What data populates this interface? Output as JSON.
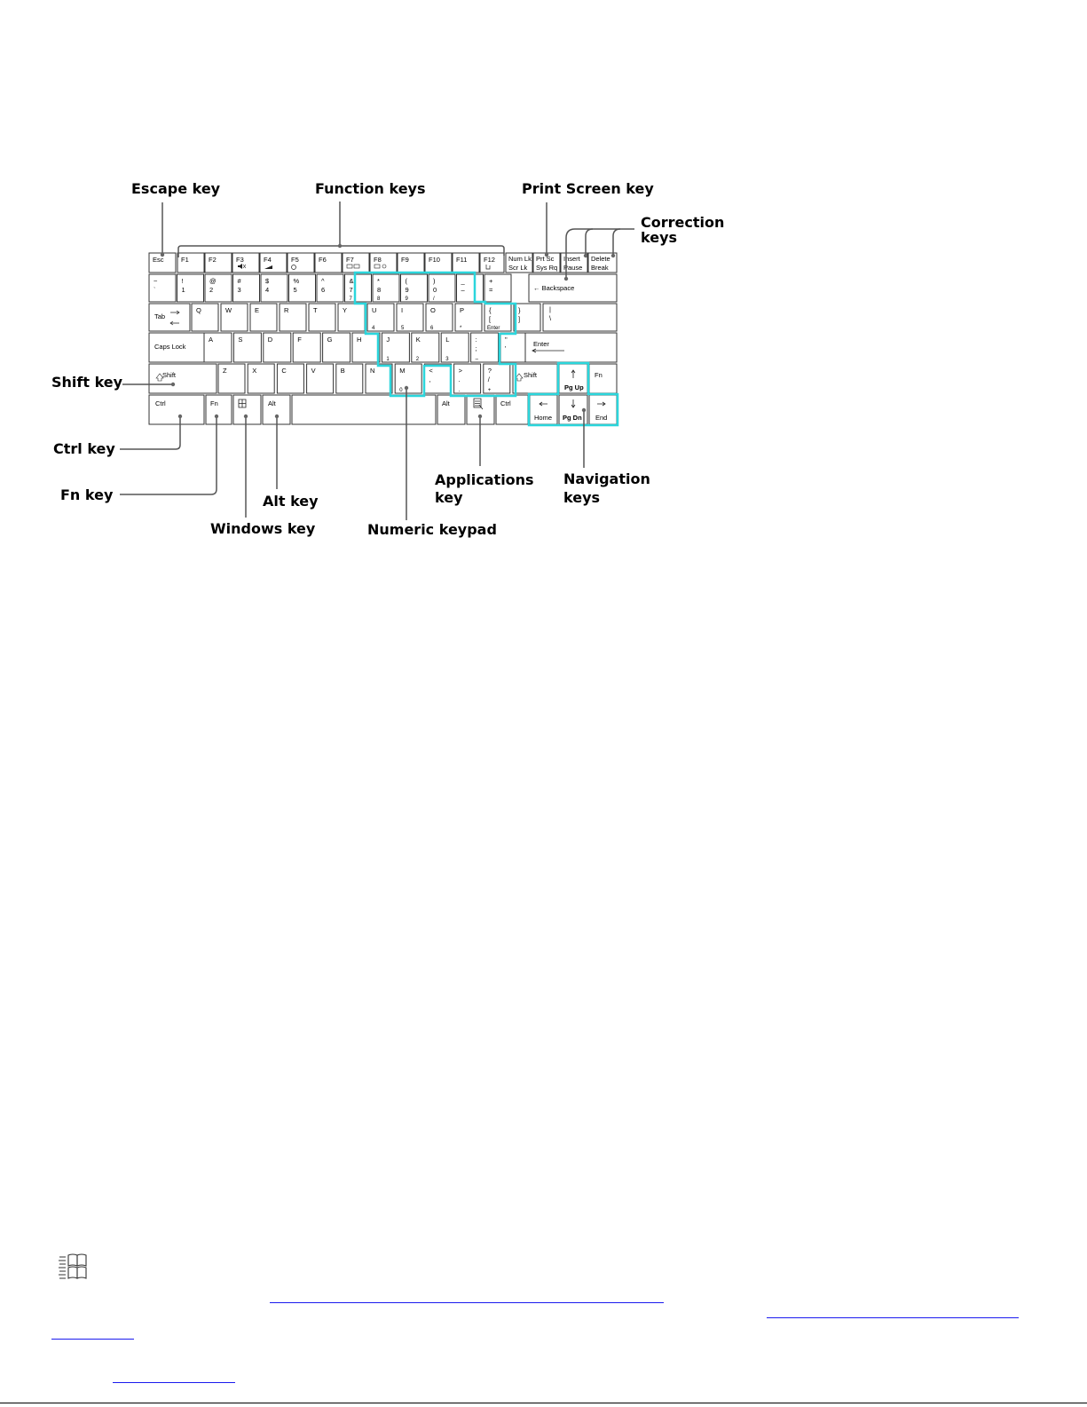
{
  "callouts": {
    "escape": "Escape key",
    "function": "Function keys",
    "print_screen": "Print Screen key",
    "correction_1": "Correction",
    "correction_2": "keys",
    "shift": "Shift key",
    "ctrl": "Ctrl key",
    "fn": "Fn key",
    "alt": "Alt key",
    "windows": "Windows key",
    "numeric": "Numeric keypad",
    "applications_1": "Applications",
    "applications_2": "key",
    "navigation_1": "Navigation",
    "navigation_2": "keys"
  },
  "keys": {
    "esc": "Esc",
    "f1": "F1",
    "f2": "F2",
    "f3": "F3",
    "f4": "F4",
    "f5": "F5",
    "f6": "F6",
    "f7": "F7",
    "f8": "F8",
    "f9": "F9",
    "f10": "F10",
    "f11": "F11",
    "f12": "F12",
    "numlk_1": "Num Lk",
    "numlk_2": "Scr Lk",
    "prtsc_1": "Prt Sc",
    "prtsc_2": "Sys Rq",
    "insert_1": "Insert",
    "insert_2": "Pause",
    "delete_1": "Delete",
    "delete_2": "Break",
    "r1": [
      {
        "top": "~",
        "bot": "`",
        "sub": ""
      },
      {
        "top": "!",
        "bot": "1",
        "sub": ""
      },
      {
        "top": "@",
        "bot": "2",
        "sub": ""
      },
      {
        "top": "#",
        "bot": "3",
        "sub": ""
      },
      {
        "top": "$",
        "bot": "4",
        "sub": ""
      },
      {
        "top": "%",
        "bot": "5",
        "sub": ""
      },
      {
        "top": "^",
        "bot": "6",
        "sub": ""
      },
      {
        "top": "&",
        "bot": "7",
        "sub": "7"
      },
      {
        "top": "*",
        "bot": "8",
        "sub": "8"
      },
      {
        "top": "(",
        "bot": "9",
        "sub": "9"
      },
      {
        "top": ")",
        "bot": "0",
        "sub": "/"
      },
      {
        "top": "_",
        "bot": "–",
        "sub": ""
      },
      {
        "top": "+",
        "bot": "=",
        "sub": ""
      }
    ],
    "backspace": "← Backspace",
    "tab": "Tab",
    "r2": [
      {
        "top": "Q",
        "bot": "",
        "sub": ""
      },
      {
        "top": "W",
        "bot": "",
        "sub": ""
      },
      {
        "top": "E",
        "bot": "",
        "sub": ""
      },
      {
        "top": "R",
        "bot": "",
        "sub": ""
      },
      {
        "top": "T",
        "bot": "",
        "sub": ""
      },
      {
        "top": "Y",
        "bot": "",
        "sub": ""
      },
      {
        "top": "U",
        "bot": "",
        "sub": "4"
      },
      {
        "top": "I",
        "bot": "",
        "sub": "5"
      },
      {
        "top": "O",
        "bot": "",
        "sub": "6"
      },
      {
        "top": "P",
        "bot": "",
        "sub": "*"
      },
      {
        "top": "{",
        "bot": "[",
        "sub": "Enter"
      },
      {
        "top": "}",
        "bot": "]",
        "sub": ""
      }
    ],
    "pipe_1": "|",
    "pipe_2": "\\",
    "caps": "Caps Lock",
    "r3": [
      {
        "top": "A",
        "bot": "",
        "sub": ""
      },
      {
        "top": "S",
        "bot": "",
        "sub": ""
      },
      {
        "top": "D",
        "bot": "",
        "sub": ""
      },
      {
        "top": "F",
        "bot": "",
        "sub": ""
      },
      {
        "top": "G",
        "bot": "",
        "sub": ""
      },
      {
        "top": "H",
        "bot": "",
        "sub": ""
      },
      {
        "top": "J",
        "bot": "",
        "sub": "1"
      },
      {
        "top": "K",
        "bot": "",
        "sub": "2"
      },
      {
        "top": "L",
        "bot": "",
        "sub": "3"
      },
      {
        "top": ":",
        "bot": ";",
        "sub": "–"
      },
      {
        "top": "\"",
        "bot": "'",
        "sub": ""
      }
    ],
    "enter": "Enter",
    "shift_l": "Shift",
    "r4": [
      {
        "top": "Z",
        "bot": "",
        "sub": ""
      },
      {
        "top": "X",
        "bot": "",
        "sub": ""
      },
      {
        "top": "C",
        "bot": "",
        "sub": ""
      },
      {
        "top": "V",
        "bot": "",
        "sub": ""
      },
      {
        "top": "B",
        "bot": "",
        "sub": ""
      },
      {
        "top": "N",
        "bot": "",
        "sub": ""
      },
      {
        "top": "M",
        "bot": "",
        "sub": "0"
      },
      {
        "top": "<",
        "bot": ",",
        "sub": ""
      },
      {
        "top": ">",
        "bot": ".",
        "sub": "."
      },
      {
        "top": "?",
        "bot": "/",
        "sub": "+"
      }
    ],
    "shift_r": "Shift",
    "pgup": "Pg Up",
    "fn_r": "Fn",
    "ctrl_l": "Ctrl",
    "fn_l": "Fn",
    "alt_l": "Alt",
    "alt_r": "Alt",
    "ctrl_r": "Ctrl",
    "home": "Home",
    "pgdn": "Pg Dn",
    "end": "End"
  },
  "colors": {
    "highlight": "#2bd6dc",
    "link": "#1a1aee"
  },
  "icons": {
    "windows_logo": "windows-logo-icon"
  }
}
